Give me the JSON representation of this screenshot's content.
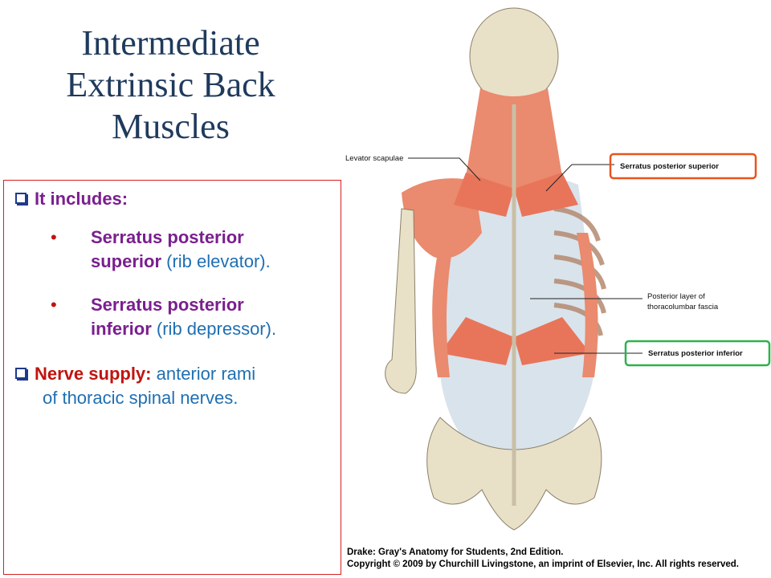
{
  "title": {
    "line1": "Intermediate",
    "line2": "Extrinsic Back",
    "line3": "Muscles"
  },
  "content": {
    "includes_label": "It includes:",
    "bullets": [
      {
        "term_line1": "Serratus posterior",
        "term_line2": "superior",
        "note": " (rib elevator)."
      },
      {
        "term_line1": "Serratus posterior",
        "term_line2": "inferior",
        "note": " (rib depressor)."
      }
    ],
    "nerve_label": "Nerve supply:",
    "nerve_text_1": " anterior rami",
    "nerve_text_2": "of thoracic spinal nerves."
  },
  "figure": {
    "labels": {
      "levator": "Levator scapulae",
      "sps": "Serratus posterior superior",
      "fascia_1": "Posterior layer of",
      "fascia_2": "thoracolumbar fascia",
      "spi": "Serratus posterior inferior"
    },
    "highlight_colors": {
      "superior": "#e8541e",
      "inferior": "#2eb24a"
    },
    "muscle_color": "#ea8a6e",
    "bone_color": "#e9e0c8",
    "fascia_color": "#d9e3ec"
  },
  "caption": {
    "line1": "Drake: Gray's Anatomy for Students, 2nd Edition.",
    "line2": "Copyright © 2009 by Churchill Livingstone, an imprint of Elsevier, Inc. All rights reserved."
  }
}
